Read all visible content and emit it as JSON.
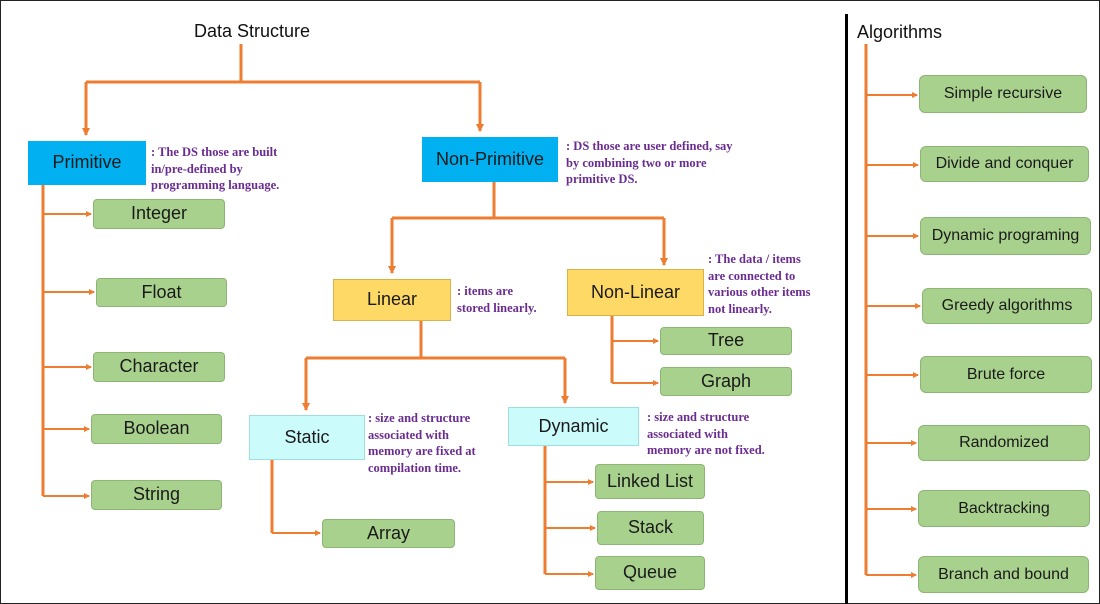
{
  "titles": {
    "data_structure": "Data Structure",
    "algorithms": "Algorithms"
  },
  "nodes": {
    "primitive": "Primitive",
    "non_primitive": "Non-Primitive",
    "integer": "Integer",
    "float": "Float",
    "character": "Character",
    "boolean": "Boolean",
    "string": "String",
    "linear": "Linear",
    "non_linear": "Non-Linear",
    "tree": "Tree",
    "graph": "Graph",
    "static": "Static",
    "dynamic": "Dynamic",
    "array": "Array",
    "linked_list": "Linked List",
    "stack": "Stack",
    "queue": "Queue"
  },
  "notes": {
    "primitive": ": The DS those are built\nin/pre-defined  by\nprogramming language.",
    "non_primitive": ": DS those are user defined, say\nby combining two or more\nprimitive DS.",
    "linear": ": items are\nstored linearly.",
    "non_linear": ": The data / items\nare connected to\nvarious other items\nnot linearly.",
    "static": ": size and structure\nassociated with\nmemory are fixed at\ncompilation time.",
    "dynamic": ": size and structure\nassociated with\nmemory are not fixed."
  },
  "algorithms": [
    "Simple recursive",
    "Divide and conquer",
    "Dynamic programing",
    "Greedy algorithms",
    "Brute force",
    "Randomized",
    "Backtracking",
    "Branch and bound"
  ],
  "colors": {
    "connector": "#ed7d31",
    "primitive_fill": "#00b0f0",
    "linear_fill": "#ffd966",
    "static_fill": "#ccfbfb",
    "leaf_fill": "#a9d18e",
    "note_text": "#6a2c91"
  }
}
